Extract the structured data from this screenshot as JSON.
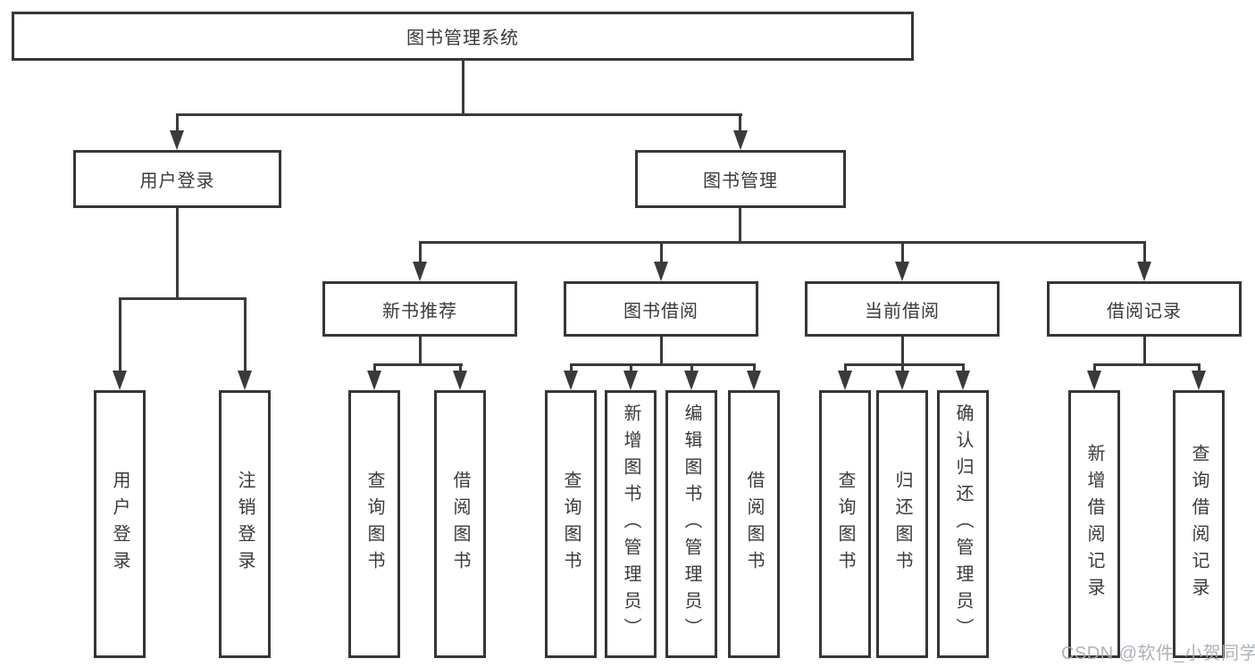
{
  "root": {
    "label": "图书管理系统"
  },
  "nodes": {
    "user_login": {
      "label": "用户登录",
      "leaves": [
        {
          "label": "用户登录"
        },
        {
          "label": "注销登录"
        }
      ]
    },
    "book_mgmt": {
      "label": "图书管理",
      "groups": [
        {
          "label": "新书推荐",
          "leaves": [
            {
              "label": "查询图书"
            },
            {
              "label": "借阅图书"
            }
          ]
        },
        {
          "label": "图书借阅",
          "leaves": [
            {
              "label": "查询图书"
            },
            {
              "label": "新增图书（管理员）"
            },
            {
              "label": "编辑图书（管理员）"
            },
            {
              "label": "借阅图书"
            }
          ]
        },
        {
          "label": "当前借阅",
          "leaves": [
            {
              "label": "查询图书"
            },
            {
              "label": "归还图书"
            },
            {
              "label": "确认归还（管理员）"
            }
          ]
        },
        {
          "label": "借阅记录",
          "leaves": [
            {
              "label": "新增借阅记录"
            },
            {
              "label": "查询借阅记录"
            }
          ]
        }
      ]
    }
  },
  "watermark": "CSDN @软件_小贺同学",
  "colors": {
    "background": "#ffffff",
    "line": "#3a3a3a",
    "box_border": "#363636",
    "text": "#3a3a3a",
    "watermark": "#a7acb3"
  }
}
